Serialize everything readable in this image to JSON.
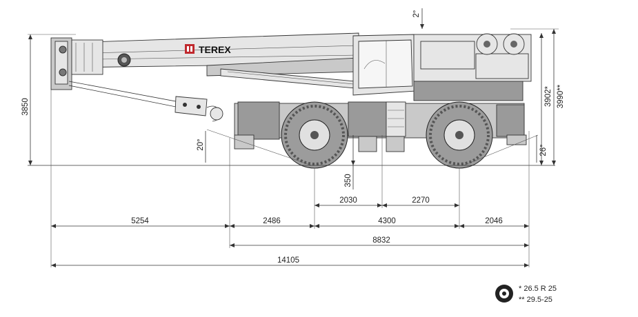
{
  "brand": "TEREX",
  "dimensions": {
    "height_left": "3850",
    "height_right_1": "3902*",
    "height_right_2": "3990**",
    "ground_clearance": "350",
    "angle_top": "2°",
    "angle_front": "20°",
    "angle_rear": "26°",
    "row1": [
      "2030",
      "2270"
    ],
    "row2": [
      "5254",
      "2486",
      "4300",
      "2046"
    ],
    "row3": "8832",
    "row4": "14105"
  },
  "tyre_notes": {
    "line1": "* 26.5 R 25",
    "line2": "** 29.5-25"
  }
}
